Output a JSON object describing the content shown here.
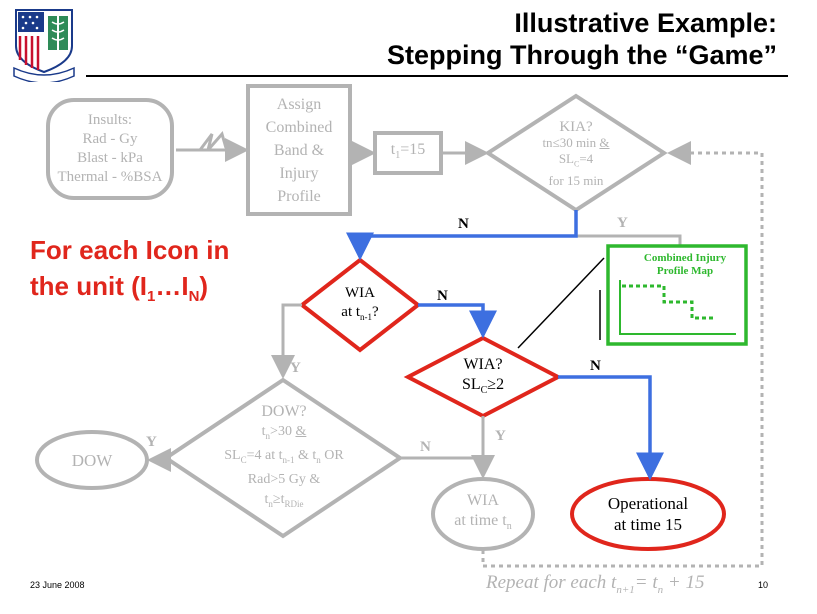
{
  "title": {
    "line1": "Illustrative Example:",
    "line2": "Stepping Through the “Game”"
  },
  "logo_icon": "army-medical-crest-icon",
  "red_text": {
    "line1": "For each Icon in",
    "line2_prefix": "the unit (I",
    "sub1": "1",
    "ellipsis": "…I",
    "subN": "N",
    "close": ")"
  },
  "nodes": {
    "insults": [
      "Insults:",
      "Rad - Gy",
      "Blast - kPa",
      "Thermal - %BSA"
    ],
    "assign": [
      "Assign",
      "Combined",
      "Band &",
      "Injury",
      "Profile"
    ],
    "t1": {
      "base": "t",
      "sub": "1",
      "rest": "=15"
    },
    "kia": {
      "l1": "KIA?",
      "l2a": "tn",
      "l2b": "≤30 min ",
      "l2c": "&",
      "l3a": "SL",
      "l3sub": "C",
      "l3b": "=4",
      "l4": "for 15 min"
    },
    "wia1": {
      "l1": "WIA",
      "l2a": "at t",
      "l2sub": "n-1",
      "l2b": "?"
    },
    "wia2": {
      "l1": "WIA?",
      "l2a": "SL",
      "l2sub": "C",
      "l2b": "≥2"
    },
    "dow_q": {
      "l1": "DOW?",
      "l2a": "t",
      "l2sub": "n",
      "l2b": ">30 ",
      "l2c": "&",
      "l3a": "SL",
      "l3sub": "C",
      "l3b": "=4 at t",
      "l3sub2": "n-1",
      "l3c": " & t",
      "l3sub3": "n",
      "l3d": "  OR",
      "l4": "Rad>5 Gy &",
      "l5a": "t",
      "l5sub": "n",
      "l5b": "≥t",
      "l5sub2": "RDie"
    },
    "dow": "DOW",
    "wia_time": {
      "l1": "WIA",
      "l2a": "at time t",
      "l2sub": "n"
    },
    "operational": [
      "Operational",
      "at time 15"
    ]
  },
  "labels": {
    "N": "N",
    "Y": "Y"
  },
  "map_title": [
    "Combined Injury",
    "Profile Map"
  ],
  "repeat": {
    "a": "Repeat for each t",
    "sub1": "n+1",
    "b": "= t",
    "sub2": "n",
    "c": " + 15"
  },
  "footer": {
    "date": "23 June  2008",
    "page": "10"
  },
  "colors": {
    "gray": "#b3b3b3",
    "red": "#e0261c",
    "blue": "#3d6fe0",
    "green": "#2eb82e"
  }
}
